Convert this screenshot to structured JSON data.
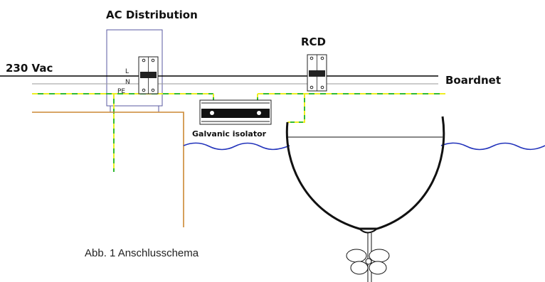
{
  "labels": {
    "distribution": "AC Distribution",
    "rcd": "RCD",
    "supply": "230 Vac",
    "boardnet": "Boardnet",
    "isolator": "Galvanic isolator",
    "conductor_l": "L",
    "conductor_n": "N",
    "conductor_pe": "PE"
  },
  "caption": "Abb. 1 Anschlusschema",
  "colors": {
    "line_conductor": "#000000",
    "neutral_conductor": "#9a9a9a",
    "earth_green": "#33bb33",
    "earth_yellow": "#eeee22",
    "shore_earth": "#cc8833",
    "water": "#2233bb",
    "box_border": "#5a5aa0"
  }
}
